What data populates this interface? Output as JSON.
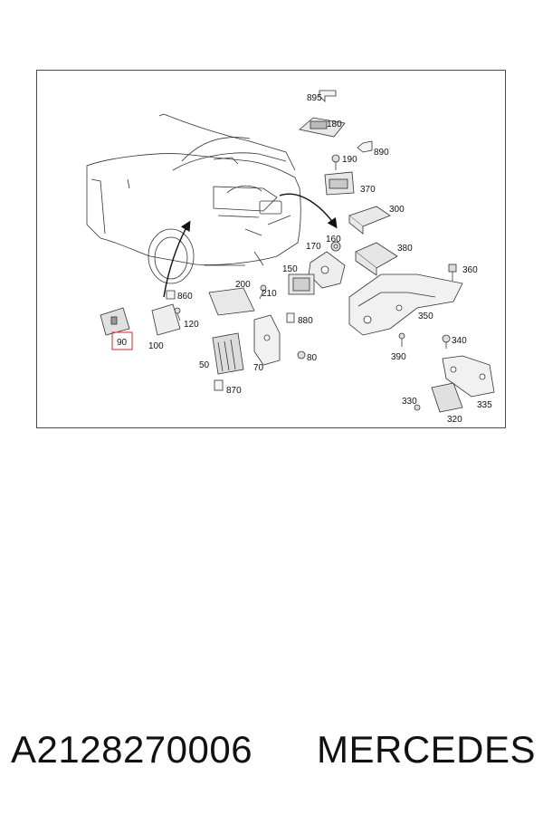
{
  "diagram": {
    "callouts": {
      "c895": "895",
      "c180": "180",
      "c890": "890",
      "c190": "190",
      "c370": "370",
      "c300": "300",
      "c160": "160",
      "c170": "170",
      "c380": "380",
      "c360": "360",
      "c150": "150",
      "c200": "200",
      "c210": "210",
      "c860": "860",
      "c120": "120",
      "c100": "100",
      "c90": "90",
      "c880": "880",
      "c350": "350",
      "c340": "340",
      "c390": "390",
      "c80": "80",
      "c70": "70",
      "c50": "50",
      "c870": "870",
      "c330": "330",
      "c335": "335",
      "c320": "320"
    },
    "highlight_color": "#e0474c"
  },
  "footer": {
    "part_number": "A2128270006",
    "brand": "MERCEDES"
  }
}
